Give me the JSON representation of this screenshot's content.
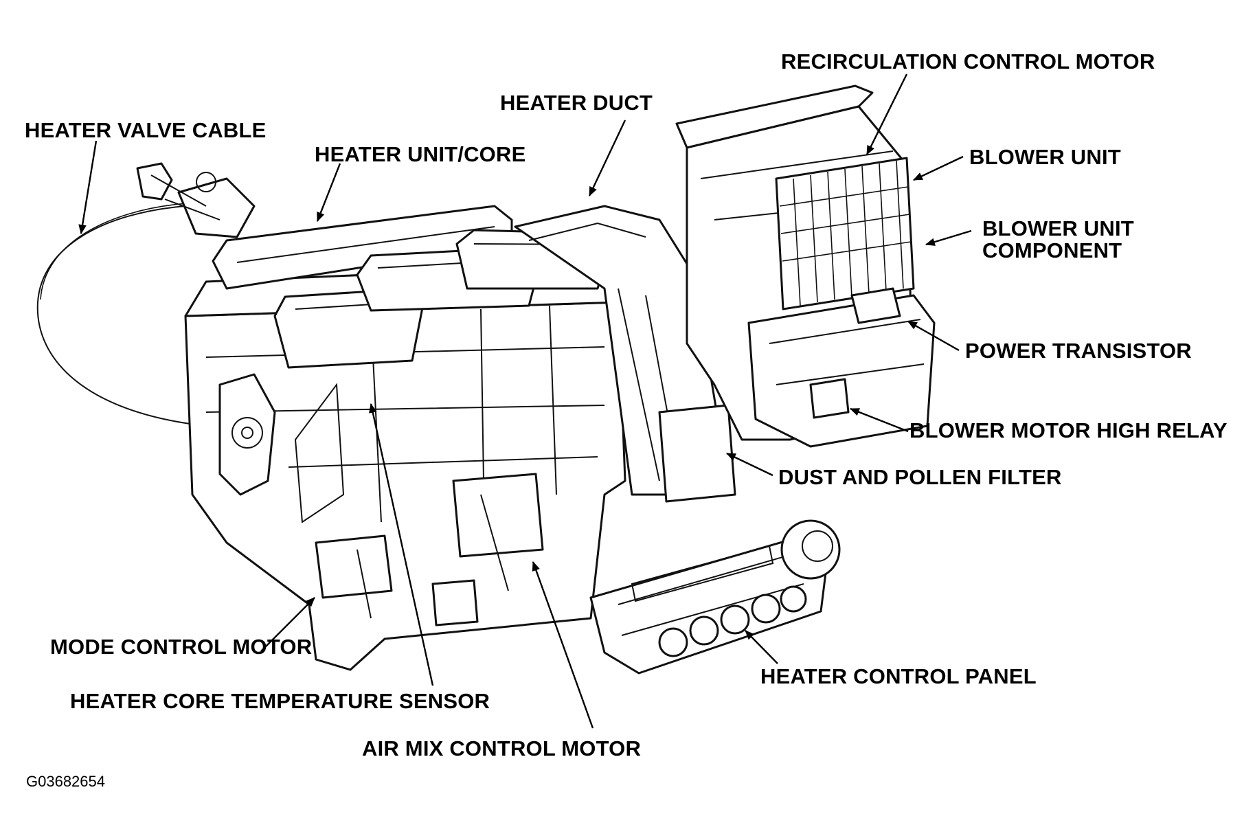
{
  "labels": {
    "heater_valve_cable": "HEATER VALVE CABLE",
    "heater_unit_core": "HEATER UNIT/CORE",
    "heater_duct": "HEATER DUCT",
    "recirculation_control_motor": "RECIRCULATION CONTROL MOTOR",
    "blower_unit": "BLOWER UNIT",
    "blower_unit_component_line1": "BLOWER UNIT",
    "blower_unit_component_line2": "COMPONENT",
    "power_transistor": "POWER TRANSISTOR",
    "blower_motor_high_relay": "BLOWER MOTOR HIGH RELAY",
    "dust_and_pollen_filter": "DUST AND POLLEN FILTER",
    "mode_control_motor": "MODE CONTROL MOTOR",
    "heater_core_temperature_sensor": "HEATER CORE TEMPERATURE SENSOR",
    "air_mix_control_motor": "AIR MIX CONTROL MOTOR",
    "heater_control_panel": "HEATER CONTROL PANEL"
  },
  "figure_code": "G03682654"
}
